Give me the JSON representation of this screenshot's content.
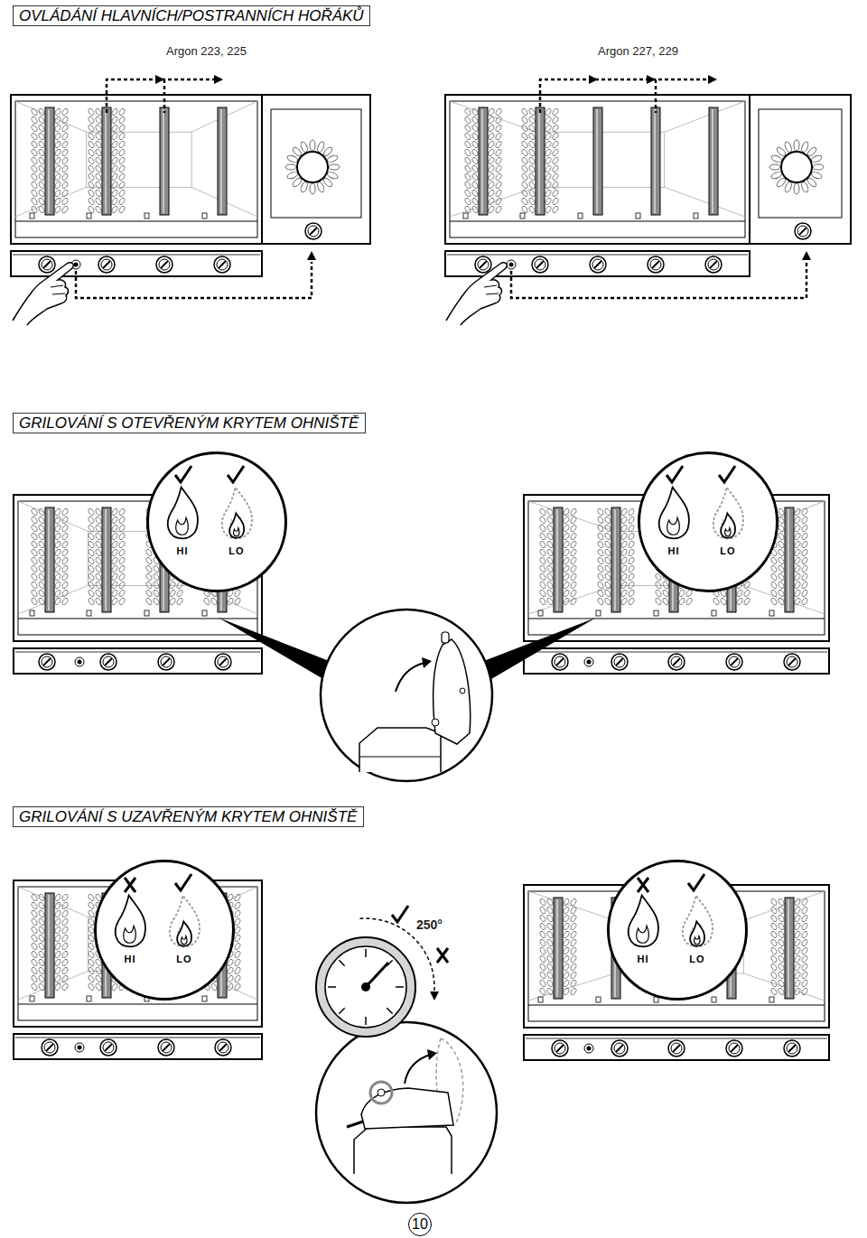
{
  "diagram": {
    "nodes": [
      {
        "text": [
          "OVLÁDÁNÍ HLAVNÍCH/POSTRANNÍCH HOŘÁKŮ"
        ]
      },
      {
        "text": [
          "GRILOVÁNÍ S OTEVŘENÝM KRYTEM OHNIŠTĚ"
        ]
      },
      {
        "text": [
          "HI",
          "LO"
        ]
      },
      {
        "text": [
          "HI",
          "LO"
        ]
      },
      {
        "text": [
          "GRILOVÁNÍ S UZAVŘENÝM KRYTEM OHNIŠTĚ"
        ]
      },
      {
        "text": [
          "HI",
          "LO"
        ]
      },
      {
        "text": [
          "HI",
          "LO"
        ]
      },
      {
        "text": [
          "10"
        ]
      }
    ],
    "labels": [
      "Argon 223, 225",
      "Argon 227, 229",
      "250°"
    ]
  }
}
